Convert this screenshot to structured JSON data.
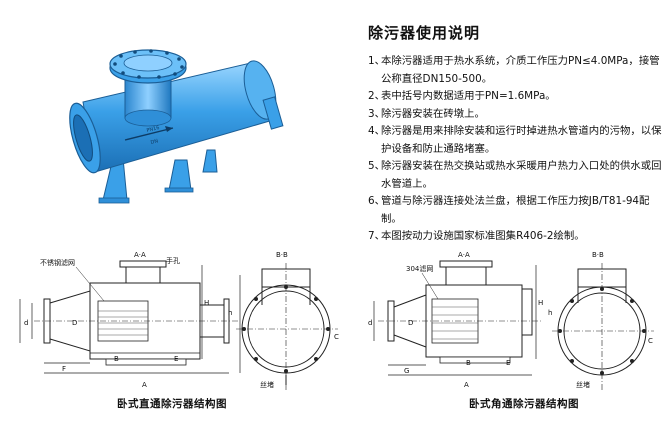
{
  "instructions": {
    "title": "除污器使用说明",
    "items": [
      {
        "num": "1、",
        "text": "本除污器适用于热水系统，介质工作压力PN≤4.0MPa，接管公称直径DN150-500。"
      },
      {
        "num": "2、",
        "text": "表中括号内数据适用于PN=1.6MPa。"
      },
      {
        "num": "3、",
        "text": "除污器安装在砖墩上。"
      },
      {
        "num": "4、",
        "text": "除污器是用来排除安装和运行时掉进热水管道内的污物，以保护设备和防止通路堵塞。"
      },
      {
        "num": "5、",
        "text": "除污器安装在热交换站或热水采暖用户热力入口处的供水或回水管道上。"
      },
      {
        "num": "6、",
        "text": "管道与除污器连接处法兰盘，根据工作压力按JB/T81-94配制。"
      },
      {
        "num": "7、",
        "text": "本图按动力设施国家标准图集R406-2绘制。"
      }
    ]
  },
  "render": {
    "plate_top": "PN16",
    "plate_bottom": "DN"
  },
  "straight": {
    "caption": "卧式直通除污器结构图",
    "labels": {
      "mesh": "不锈钢滤网",
      "handhole": "手孔",
      "section_top": "A·A",
      "section_side": "B·B",
      "plug": "丝堵",
      "B": "B",
      "A": "A",
      "A2": "A",
      "E": "E",
      "F": "F",
      "C": "C",
      "D": "D",
      "d": "d",
      "H": "H",
      "h": "h"
    }
  },
  "angle": {
    "caption": "卧式角通除污器结构图",
    "labels": {
      "mesh": "304滤网",
      "section_top": "A·A",
      "section_side": "B·B",
      "plug": "丝堵",
      "B": "B",
      "A": "A",
      "A2": "A",
      "E": "E",
      "G": "G",
      "C": "C",
      "D": "D",
      "d": "d",
      "H": "H",
      "h": "h",
      "B2": "B",
      "E2": "E"
    }
  },
  "colors": {
    "body": "#3aa0e8",
    "body_dark": "#1f78c0",
    "body_light": "#8fd0ff",
    "line": "#222222"
  }
}
